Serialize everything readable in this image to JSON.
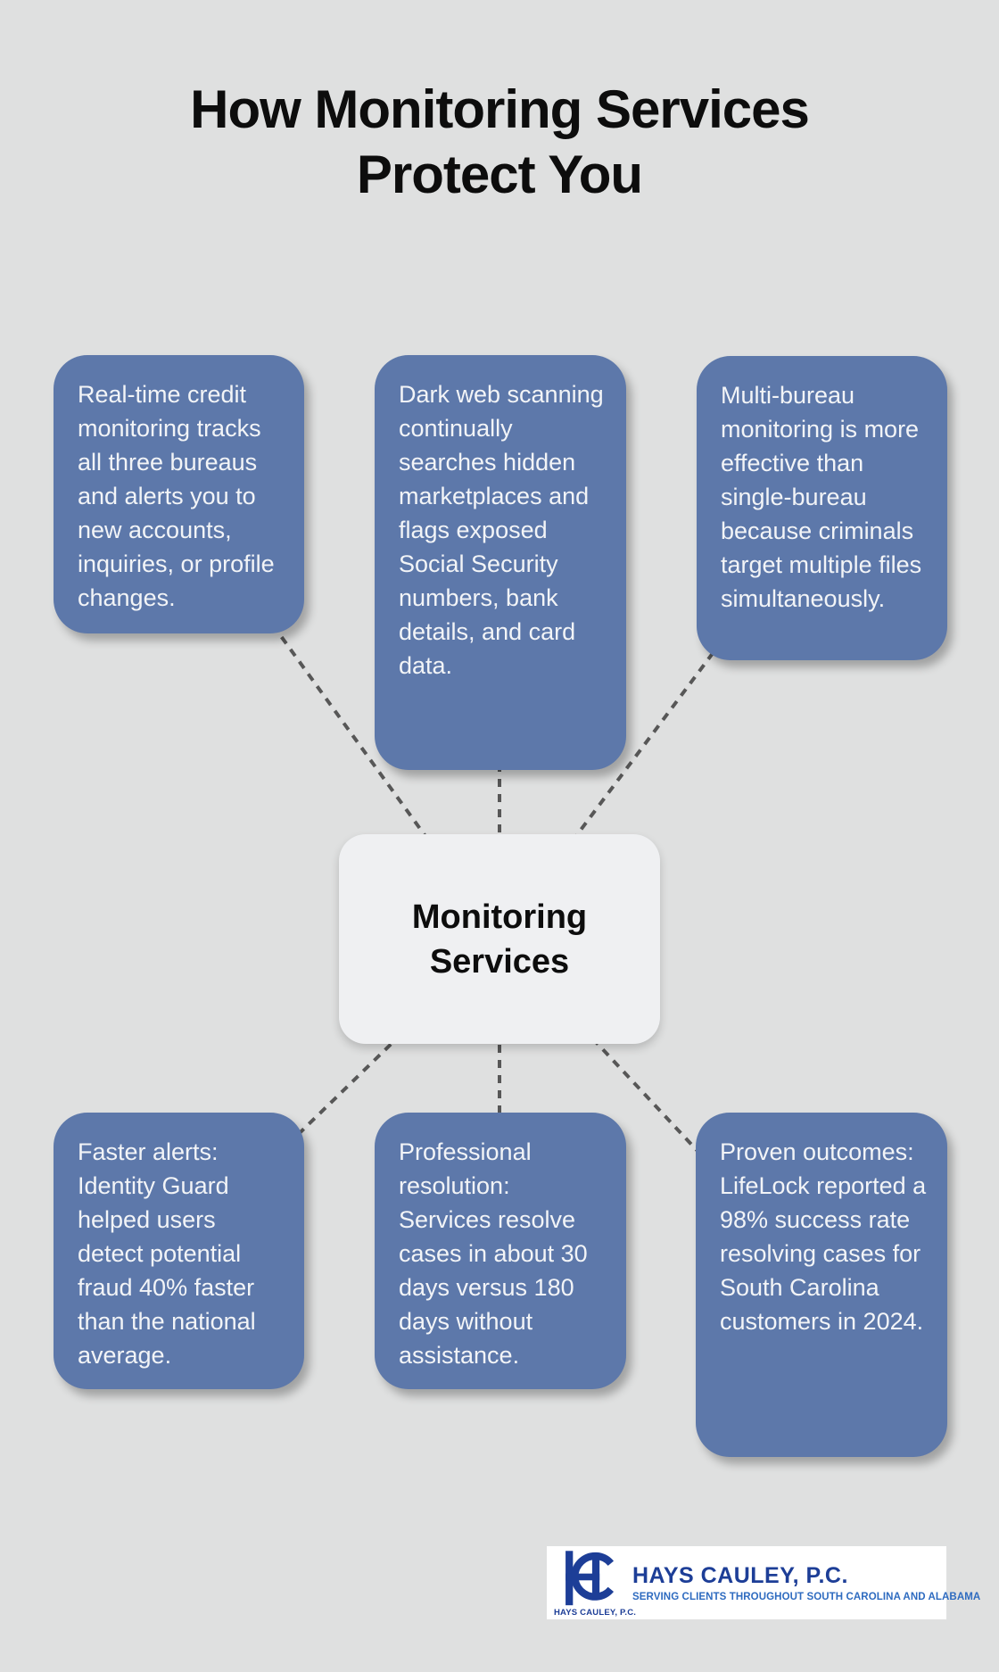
{
  "title": {
    "line1": "How Monitoring Services",
    "line2": "Protect You"
  },
  "center": {
    "label": "Monitoring Services"
  },
  "nodes": [
    {
      "position": "top-left",
      "text": "Real-time credit monitoring tracks all three bureaus and alerts you to new accounts, inquiries, or profile changes."
    },
    {
      "position": "top-middle",
      "text": "Dark web scanning continually searches hidden marketplaces and flags exposed Social Security numbers, bank details, and card data."
    },
    {
      "position": "top-right",
      "text": "Multi-bureau monitoring is more effective than single-bureau because criminals target multiple files simultaneously."
    },
    {
      "position": "bottom-left",
      "text": "Faster alerts: Identity Guard helped users detect potential fraud 40% faster than the national average."
    },
    {
      "position": "bottom-middle",
      "text": "Professional resolution: Services resolve cases in about 30 days versus 180 days without assistance."
    },
    {
      "position": "bottom-right",
      "text": "Proven outcomes: LifeLock reported a 98% success rate resolving cases for South Carolina customers in 2024."
    }
  ],
  "logo": {
    "monogram": "HC",
    "monogram_caption": "HAYS CAULEY, P.C.",
    "name": "HAYS CAULEY, P.C.",
    "tagline": "SERVING CLIENTS THROUGHOUT SOUTH CAROLINA AND ALABAMA"
  },
  "colors": {
    "background": "#dfe0e0",
    "node_blue": "#5d78aa",
    "node_text": "#f2f4f7",
    "center_bg": "#eff0f2",
    "connector_gray": "#575757",
    "title_black": "#0d0d0d",
    "logo_navy": "#1d3e97",
    "logo_blue": "#2e6bc0"
  }
}
